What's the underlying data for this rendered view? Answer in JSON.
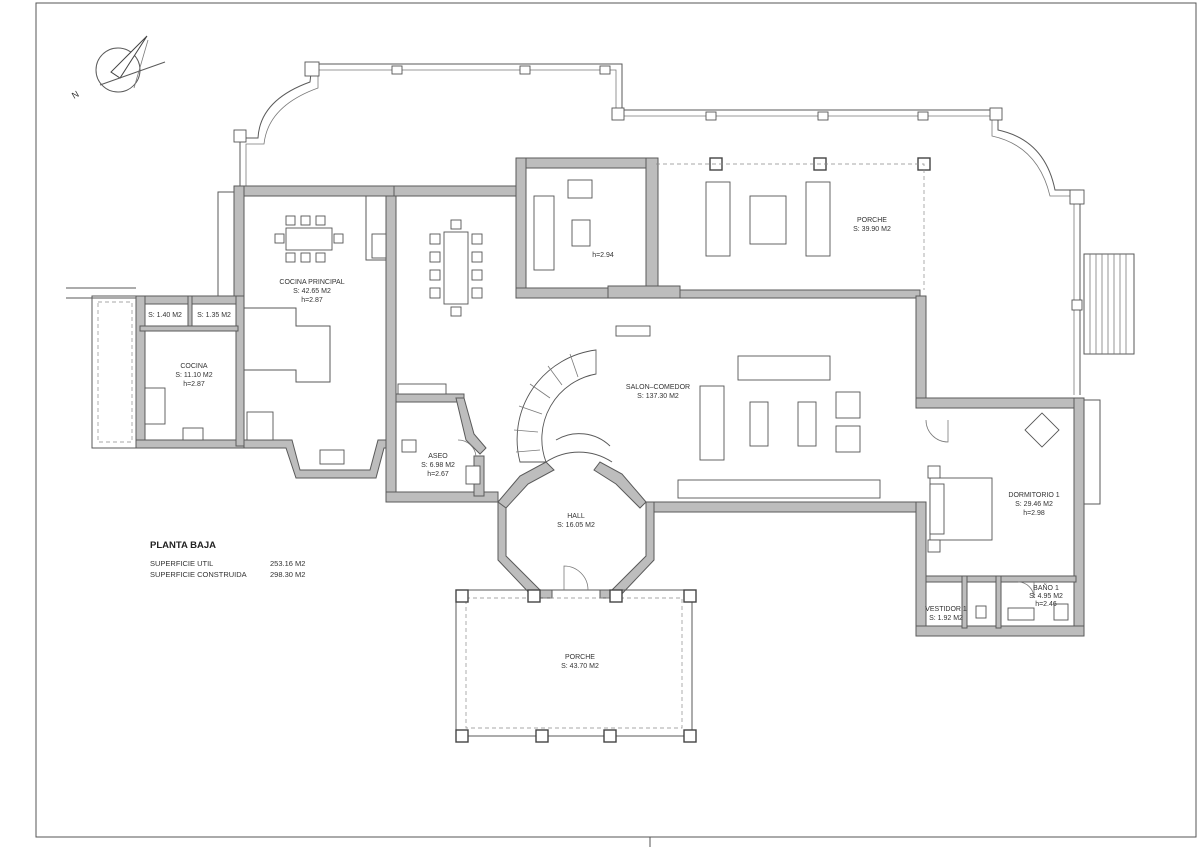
{
  "plan": {
    "title": "PLANTA BAJA",
    "summary": [
      {
        "label": "SUPERFICIE  UTIL",
        "value": "253.16  M2"
      },
      {
        "label": "SUPERFICIE  CONSTRUIDA",
        "value": "298.30  M2"
      }
    ],
    "north_label": "N",
    "rooms": {
      "store_a": {
        "area": "S:  1.40  M2"
      },
      "store_b": {
        "area": "S:  1.35  M2"
      },
      "cocina": {
        "name": "COCINA",
        "area": "S:  11.10  M2",
        "height": "h=2.87"
      },
      "cocina_principal": {
        "name": "COCINA PRINCIPAL",
        "area": "S:  42.65  M2",
        "height": "h=2.87"
      },
      "sitting": {
        "height": "h=2.94"
      },
      "porche_top": {
        "name": "PORCHE",
        "area": "S:  39.90  M2"
      },
      "salon": {
        "name": "SALON–COMEDOR",
        "area": "S:  137.30  M2"
      },
      "aseo": {
        "name": "ASEO",
        "area": "S:  6.98  M2",
        "height": "h=2.67"
      },
      "hall": {
        "name": "HALL",
        "area": "S:  16.05  M2"
      },
      "dormitorio": {
        "name": "DORMITORIO  1",
        "area": "S:  29.46  M2",
        "height": "h=2.98"
      },
      "bano": {
        "name": "BAÑO  1",
        "area": "S:  4.95  M2",
        "height": "h=2.46"
      },
      "vestidor": {
        "name": "VESTIDOR  1",
        "area": "S:  1.92  M2"
      },
      "porche_bottom": {
        "name": "PORCHE",
        "area": "S:  43.70  M2"
      }
    }
  }
}
